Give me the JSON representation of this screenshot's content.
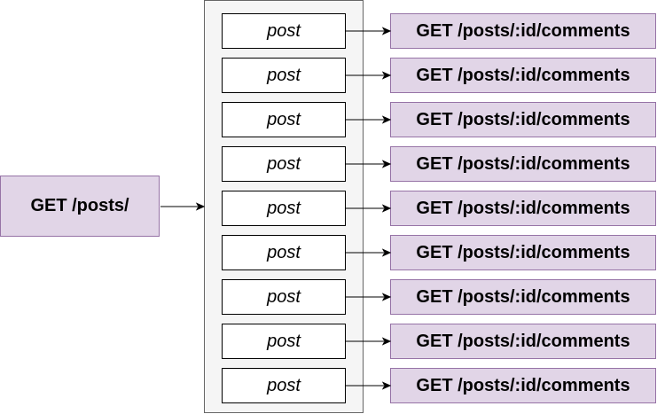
{
  "request": {
    "label": "GET /posts/"
  },
  "rows": [
    {
      "post_label": "post",
      "comments_label": "GET /posts/:id/comments"
    },
    {
      "post_label": "post",
      "comments_label": "GET /posts/:id/comments"
    },
    {
      "post_label": "post",
      "comments_label": "GET /posts/:id/comments"
    },
    {
      "post_label": "post",
      "comments_label": "GET /posts/:id/comments"
    },
    {
      "post_label": "post",
      "comments_label": "GET /posts/:id/comments"
    },
    {
      "post_label": "post",
      "comments_label": "GET /posts/:id/comments"
    },
    {
      "post_label": "post",
      "comments_label": "GET /posts/:id/comments"
    },
    {
      "post_label": "post",
      "comments_label": "GET /posts/:id/comments"
    },
    {
      "post_label": "post",
      "comments_label": "GET /posts/:id/comments"
    }
  ],
  "colors": {
    "request_fill": "#e1d5e7",
    "request_stroke": "#9673a6",
    "container_fill": "#f5f5f5",
    "container_stroke": "#666666",
    "post_fill": "#ffffff",
    "post_stroke": "#000000"
  }
}
